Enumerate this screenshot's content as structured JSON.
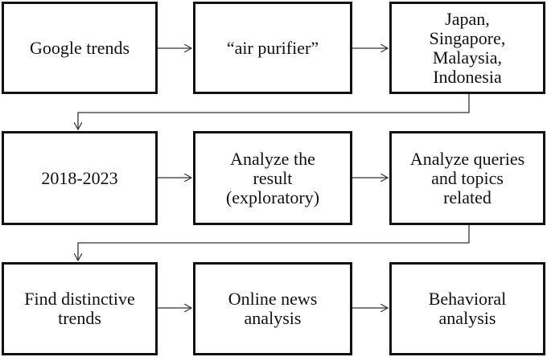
{
  "flowchart": {
    "steps": [
      {
        "id": "s1",
        "label": "Google trends"
      },
      {
        "id": "s2",
        "label": "“air purifier”"
      },
      {
        "id": "s3",
        "label": "Japan,\nSingapore,\nMalaysia,\nIndonesia"
      },
      {
        "id": "s4",
        "label": "2018-2023"
      },
      {
        "id": "s5",
        "label": "Analyze the\nresult\n(exploratory)"
      },
      {
        "id": "s6",
        "label": "Analyze queries\nand topics\nrelated"
      },
      {
        "id": "s7",
        "label": "Find distinctive\ntrends"
      },
      {
        "id": "s8",
        "label": "Online news\nanalysis"
      },
      {
        "id": "s9",
        "label": "Behavioral\nanalysis"
      }
    ],
    "edges": [
      [
        "s1",
        "s2"
      ],
      [
        "s2",
        "s3"
      ],
      [
        "s3",
        "s4"
      ],
      [
        "s4",
        "s5"
      ],
      [
        "s5",
        "s6"
      ],
      [
        "s6",
        "s7"
      ],
      [
        "s7",
        "s8"
      ],
      [
        "s8",
        "s9"
      ]
    ],
    "colors": {
      "stroke": "#111111",
      "connector": "#333333",
      "fill": "#ffffff"
    }
  }
}
